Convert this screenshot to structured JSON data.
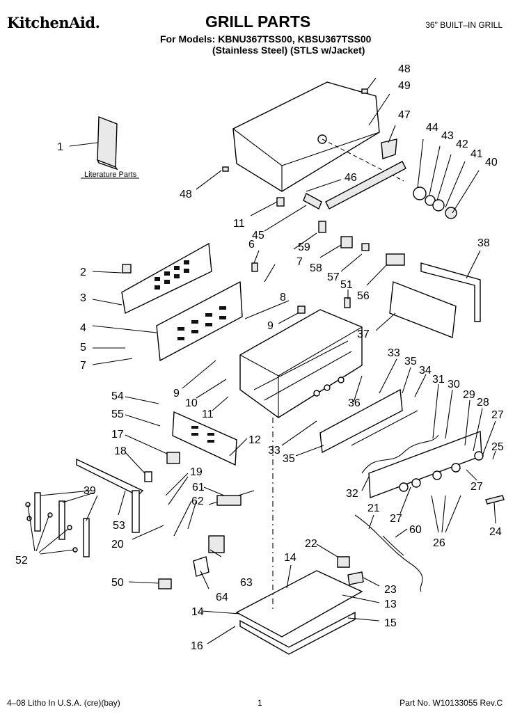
{
  "header": {
    "brand": "KitchenAid.",
    "title": "GRILL PARTS",
    "models_line": "For Models: KBNU367TSS00, KBSU367TSS00",
    "variants_line": "(Stainless Steel)  (STLS w/Jacket)",
    "top_right": "36\" BUILT–IN GRILL"
  },
  "literature_label": "Literature Parts",
  "callouts": [
    "48",
    "49",
    "47",
    "44",
    "43",
    "42",
    "41",
    "40",
    "1",
    "48",
    "46",
    "11",
    "45",
    "59",
    "6",
    "58",
    "57",
    "7",
    "38",
    "2",
    "3",
    "51",
    "56",
    "8",
    "4",
    "9",
    "37",
    "5",
    "7",
    "33",
    "35",
    "34",
    "31",
    "30",
    "29",
    "28",
    "27",
    "25",
    "9",
    "10",
    "11",
    "36",
    "54",
    "55",
    "17",
    "12",
    "33",
    "35",
    "18",
    "19",
    "61",
    "62",
    "39",
    "53",
    "32",
    "27",
    "27",
    "26",
    "24",
    "21",
    "60",
    "20",
    "52",
    "22",
    "14",
    "50",
    "63",
    "23",
    "64",
    "13",
    "14",
    "15",
    "16"
  ],
  "footer": {
    "left": "4–08 Litho In U.S.A. (cre)(bay)",
    "center": "1",
    "right": "Part No. W10133055 Rev.C"
  }
}
